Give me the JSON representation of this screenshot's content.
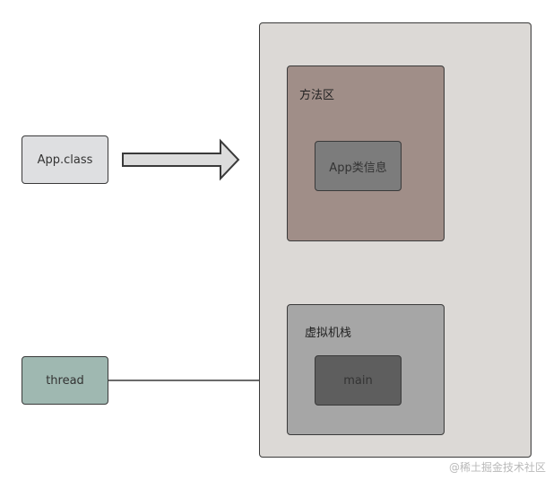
{
  "nodes": {
    "app_class": "App.class",
    "thread": "thread",
    "method_area": "方法区",
    "app_info": "App类信息",
    "vm_stack": "虚拟机栈",
    "main_frame": "main"
  },
  "watermark": "@稀土掘金技术社区",
  "colors": {
    "app_class_fill": "#dedfe1",
    "thread_fill": "#9fb8b1",
    "runtime_fill": "#dcd9d6",
    "method_area_fill": "#a08e88",
    "app_info_fill": "#7c7c7c",
    "vm_stack_fill": "#a6a6a6",
    "main_frame_fill": "#5e5e5e",
    "border": "#3a3a3a",
    "arrow_fill": "#dcdcdc"
  }
}
